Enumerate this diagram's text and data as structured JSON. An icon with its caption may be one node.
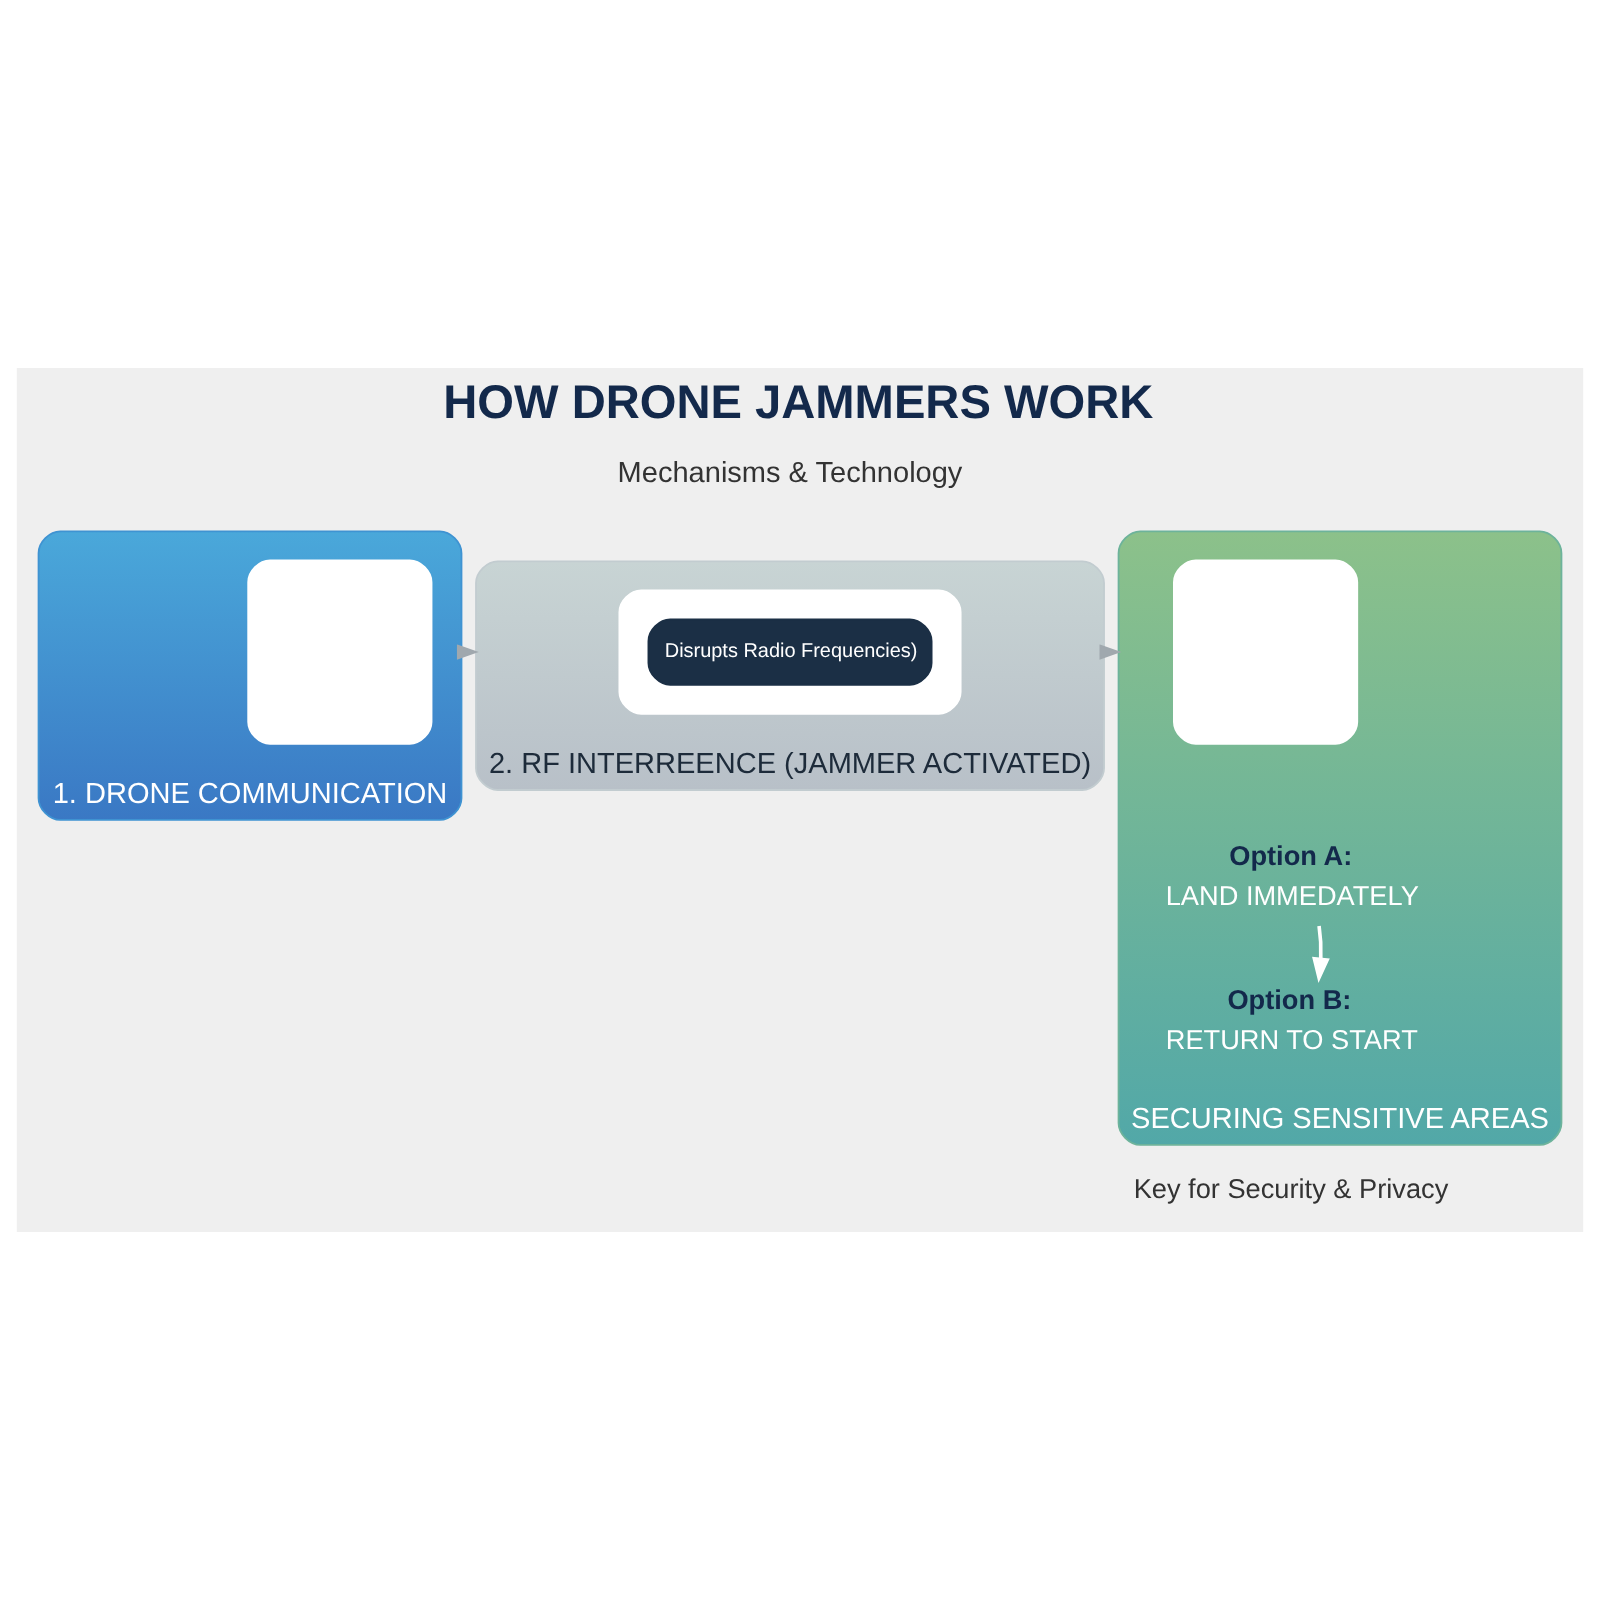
{
  "diagram": {
    "title": "HOW DRONE JAMMERS WORK",
    "caption": "Key for Security & Privacy",
    "nodes": [
      {
        "text": [
          "1. DRONE COMMUNICATION"
        ]
      },
      {
        "text": [],
        "shape": "box",
        "in": 0
      },
      {
        "text": [
          "2. RF INTERREENCE (JAMMER ACTIVATED)"
        ]
      },
      {
        "text": [],
        "shape": "box",
        "in": 2
      },
      {
        "text": [
          "Disrupts Radio Frequencies)"
        ],
        "in": 3
      },
      {
        "text": [
          "SECURING SENSITIVE AREAS"
        ]
      },
      {
        "text": [],
        "shape": "box",
        "in": 5
      },
      {
        "text": [
          "Option A:",
          "LAND IMMEDATELY"
        ],
        "in": 5
      },
      {
        "text": [
          "Option B:",
          "RETURN TO START"
        ],
        "in": 5
      }
    ],
    "edges": [
      {
        "from": 0,
        "to": 2,
        "arrow": "to"
      },
      {
        "from": 2,
        "to": 5,
        "arrow": "to"
      },
      {
        "from": 7,
        "to": 8,
        "arrow": "to",
        "color": "#ffffff"
      }
    ],
    "labels": [
      "Mechanisms & Technology"
    ]
  }
}
